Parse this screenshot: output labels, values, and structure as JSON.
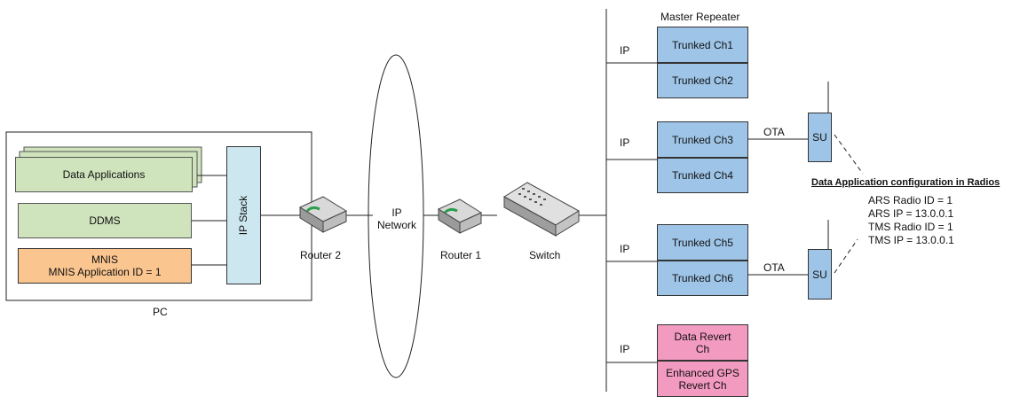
{
  "pc": {
    "label": "PC",
    "data_applications": "Data Applications",
    "ddms": "DDMS",
    "mnis": {
      "title": "MNIS",
      "app_id": "MNIS Application ID = 1"
    },
    "ip_stack": "IP Stack"
  },
  "network": {
    "router2": "Router 2",
    "ip_network": "IP\nNetwork",
    "router1": "Router 1",
    "switch": "Switch"
  },
  "repeater_title": "Master Repeater",
  "ip_labels": [
    "IP",
    "IP",
    "IP",
    "IP"
  ],
  "channels": [
    "Trunked Ch1",
    "Trunked Ch2",
    "Trunked Ch3",
    "Trunked Ch4",
    "Trunked Ch5",
    "Trunked Ch6",
    "Data Revert\nCh",
    "Enhanced GPS\nRevert Ch"
  ],
  "ota_labels": [
    "OTA",
    "OTA"
  ],
  "su_labels": [
    "SU",
    "SU"
  ],
  "config": {
    "title": "Data Application configuration in Radios",
    "lines": [
      "ARS Radio ID = 1",
      "ARS IP = 13.0.0.1",
      "TMS Radio ID = 1",
      "TMS IP = 13.0.0.1"
    ]
  },
  "colors": {
    "trunked": "#9ec5e8",
    "revert": "#f29ac0",
    "data_app": "#cfe3bd",
    "mnis": "#fbc58f",
    "ip_stack": "#cde7f0"
  }
}
